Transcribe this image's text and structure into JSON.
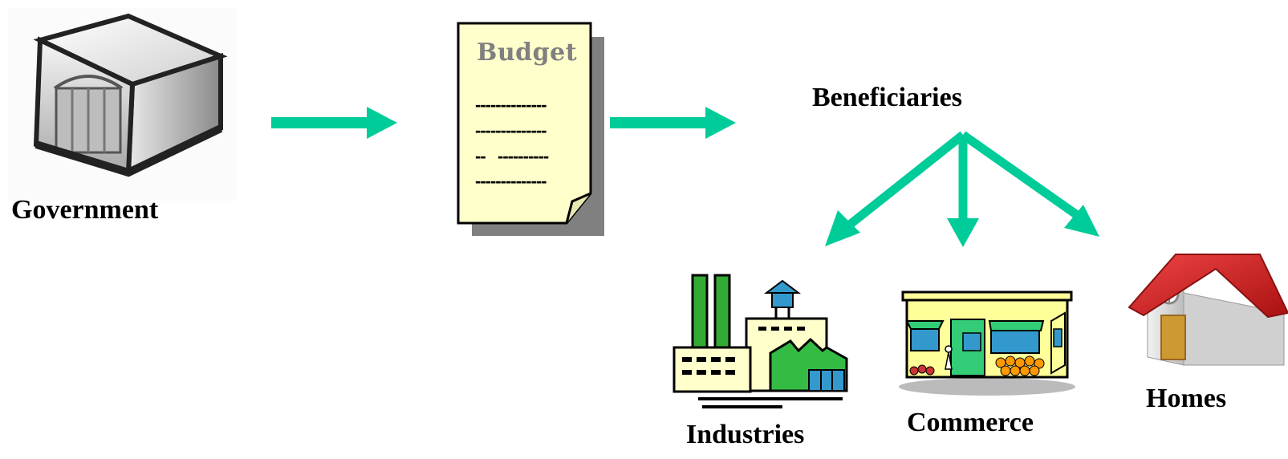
{
  "nodes": {
    "government": {
      "label": "Government",
      "icon": "government-building-icon"
    },
    "budget": {
      "title": "Budget",
      "lines": [
        "--------------",
        "--------------",
        "--   ----------",
        "--------------"
      ],
      "icon": "document-icon"
    },
    "beneficiaries": {
      "label": "Beneficiaries"
    },
    "industries": {
      "label": "Industries",
      "icon": "factory-icon"
    },
    "commerce": {
      "label": "Commerce",
      "icon": "storefront-icon"
    },
    "homes": {
      "label": "Homes",
      "icon": "house-icon"
    }
  },
  "colors": {
    "arrow": "#00CC99",
    "paper": "#FFFFCC",
    "shadow": "#808080",
    "roof": "#CC2222"
  }
}
